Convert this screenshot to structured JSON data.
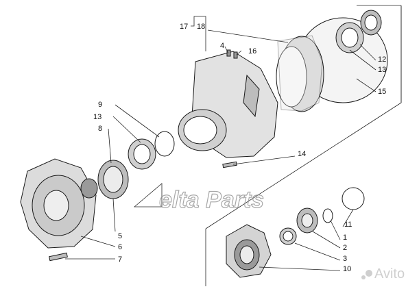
{
  "callouts": {
    "c1": "1",
    "c2": "2",
    "c3": "3",
    "c4": "4",
    "c5": "5",
    "c6": "6",
    "c7": "7",
    "c8": "8",
    "c9": "9",
    "c10": "10",
    "c11": "11",
    "c12": "12",
    "c13a": "13",
    "c13b": "13",
    "c14": "14",
    "c15": "15",
    "c16": "16",
    "c17": "17",
    "c18": "18"
  },
  "watermark": {
    "text": "elta Parts"
  },
  "avito": {
    "text": "Avito"
  },
  "colors": {
    "part_fill": "#e4e4e4",
    "part_dark": "#9a9a9a",
    "line": "#222222",
    "watermark": "#8a8a8a",
    "avito": "#cfcfcf"
  }
}
